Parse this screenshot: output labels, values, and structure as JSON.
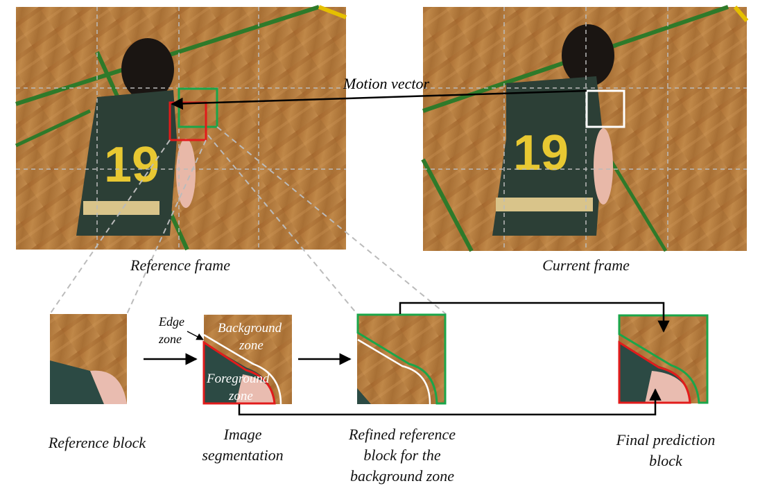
{
  "top": {
    "reference_frame_label": "Reference frame",
    "current_frame_label": "Current frame",
    "motion_vector_label": "Motion vector",
    "jersey_number": "19"
  },
  "bottom": {
    "reference_block_label": "Reference block",
    "segmentation_label_1": "Image",
    "segmentation_label_2": "segmentation",
    "refined_label_1": "Refined reference",
    "refined_label_2": "block for the",
    "refined_label_3": "background zone",
    "final_label_1": "Final prediction",
    "final_label_2": "block",
    "edge_zone_1": "Edge",
    "edge_zone_2": "zone",
    "background_zone_1": "Background",
    "background_zone_2": "zone",
    "foreground_zone_1": "Foreground",
    "foreground_zone_2": "zone"
  },
  "colors": {
    "wood": "#b07a3a",
    "green_box": "#1aa64a",
    "red_box": "#e21b1b",
    "jersey": "#2c3f36",
    "number": "#e8c832"
  }
}
